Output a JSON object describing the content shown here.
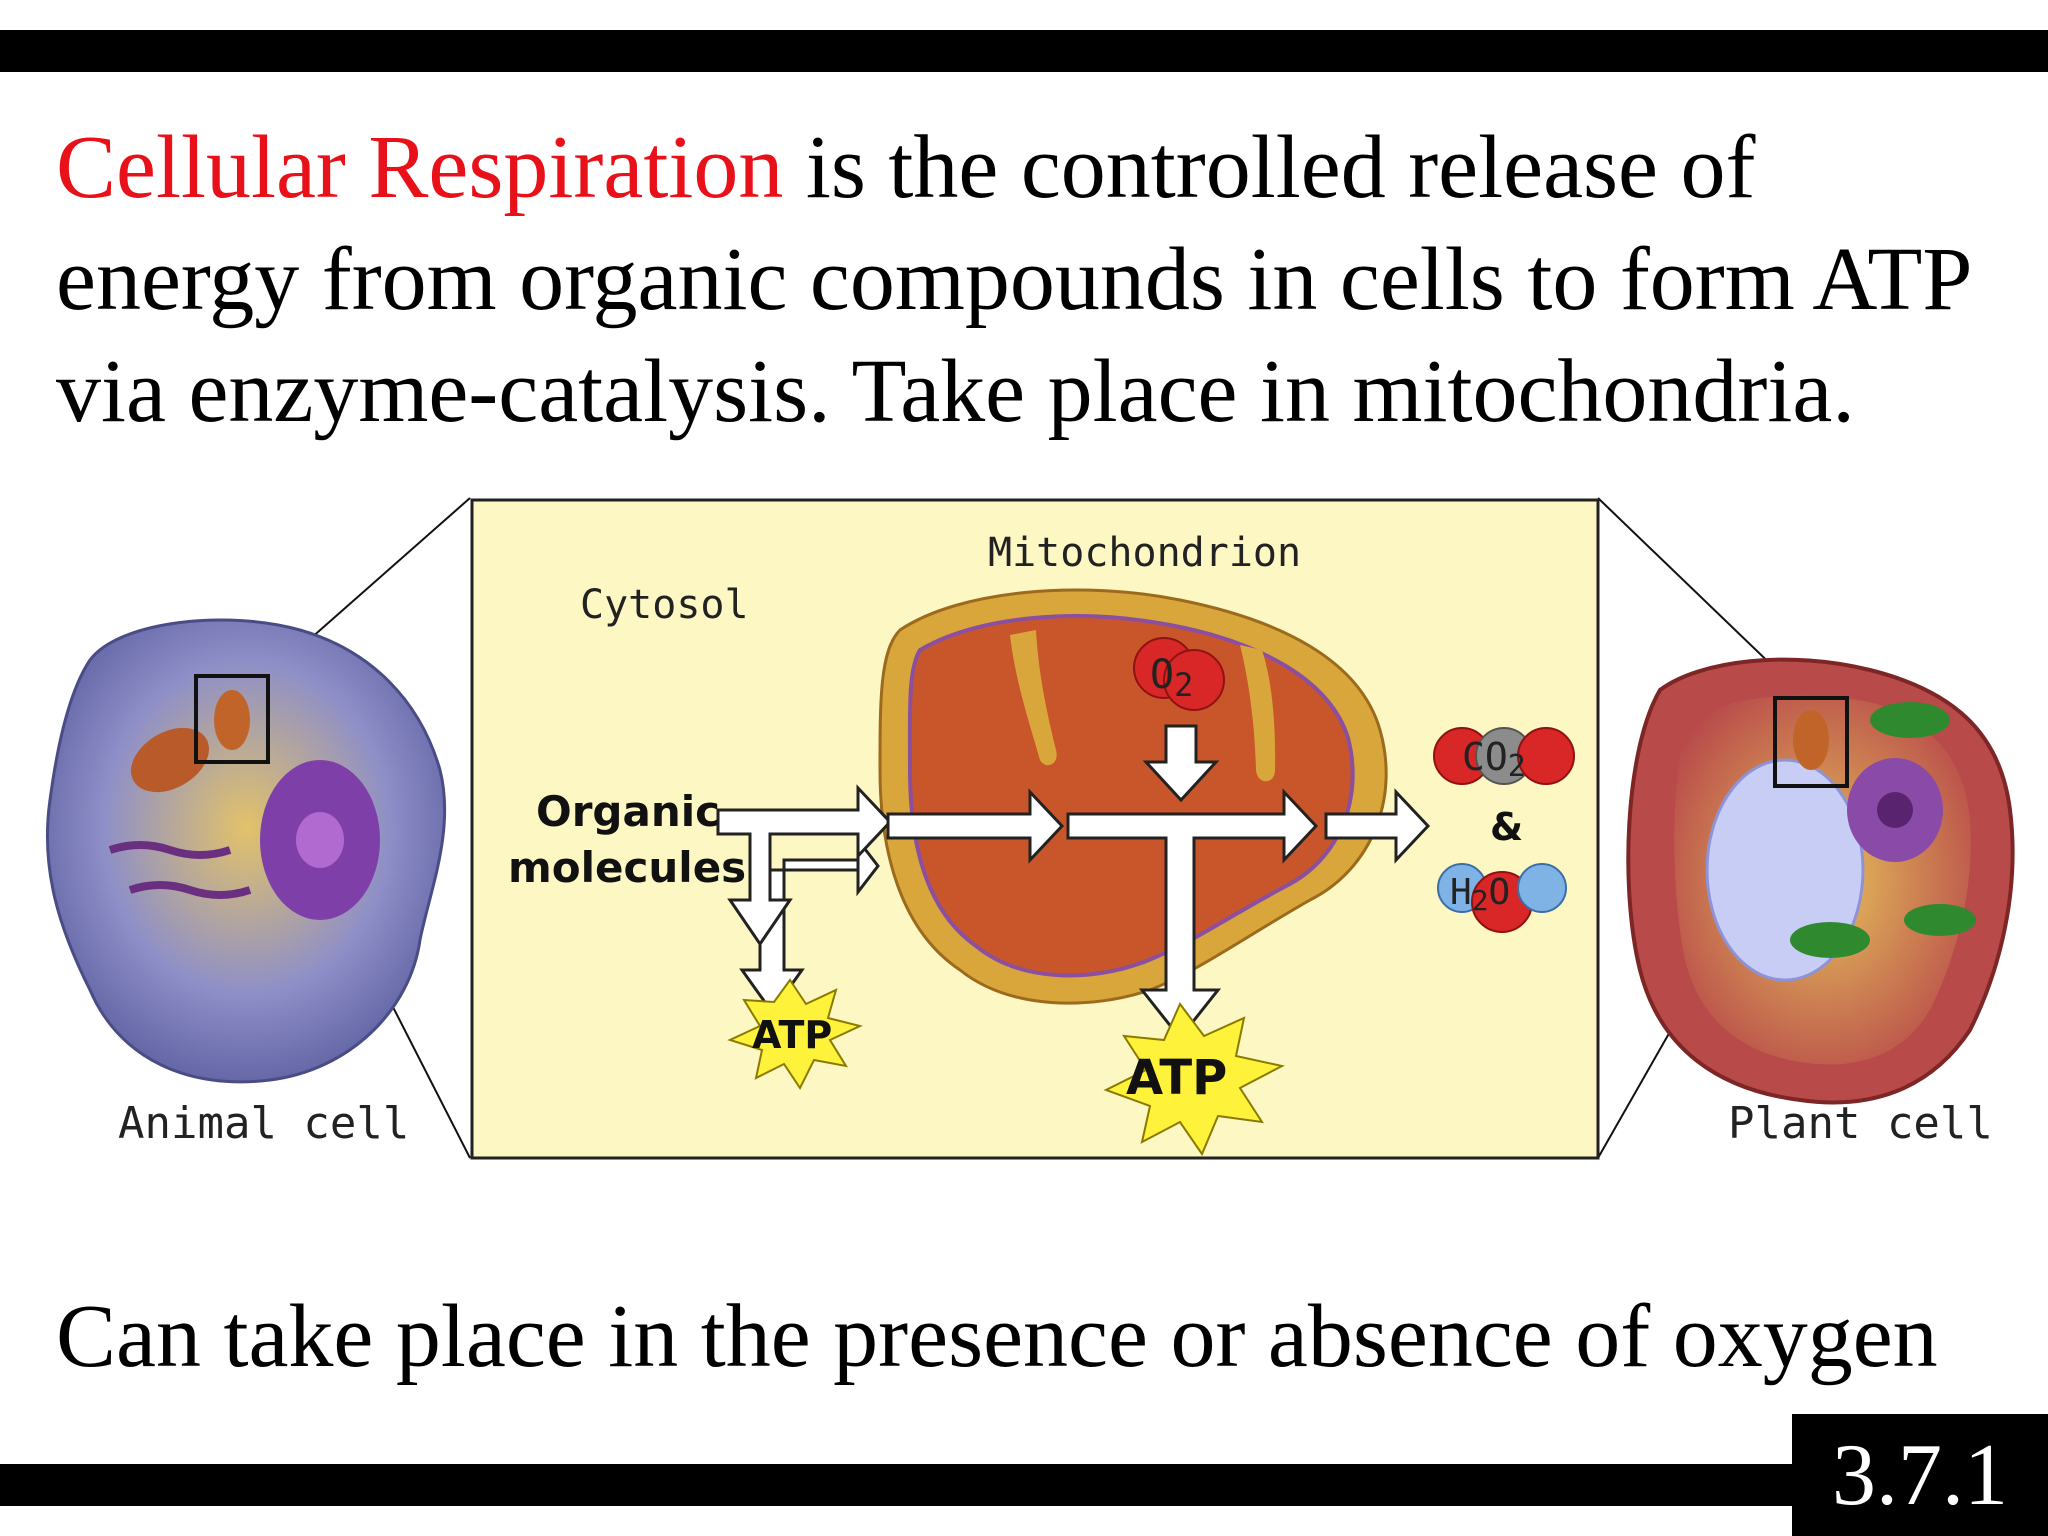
{
  "slide": {
    "number": "3.7.1",
    "intro": {
      "term": "Cellular Respiration",
      "rest": " is the controlled release of energy from organic compounds in cells to form ATP via enzyme-catalysis.  Take place in mitochondria."
    },
    "footer": "Can take place in the presence or absence of oxygen"
  },
  "diagram": {
    "left_cell_label": "Animal cell",
    "right_cell_label": "Plant cell",
    "cytosol_label": "Cytosol",
    "mitochondrion_label": "Mitochondrion",
    "input_label_line1": "Organic",
    "input_label_line2": "molecules",
    "oxygen": "O",
    "oxygen_sub": "2",
    "co2": "CO",
    "co2_sub": "2",
    "ampersand": "&",
    "water": "H",
    "water_sub": "2",
    "water_end": "O",
    "atp_small": "ATP",
    "atp_large": "ATP"
  },
  "colors": {
    "term": "#e8111a",
    "panel": "#fdf7c3",
    "mito_outer": "#d9a63b",
    "mito_inner": "#c8562a",
    "atp_burst": "#fff23a"
  }
}
